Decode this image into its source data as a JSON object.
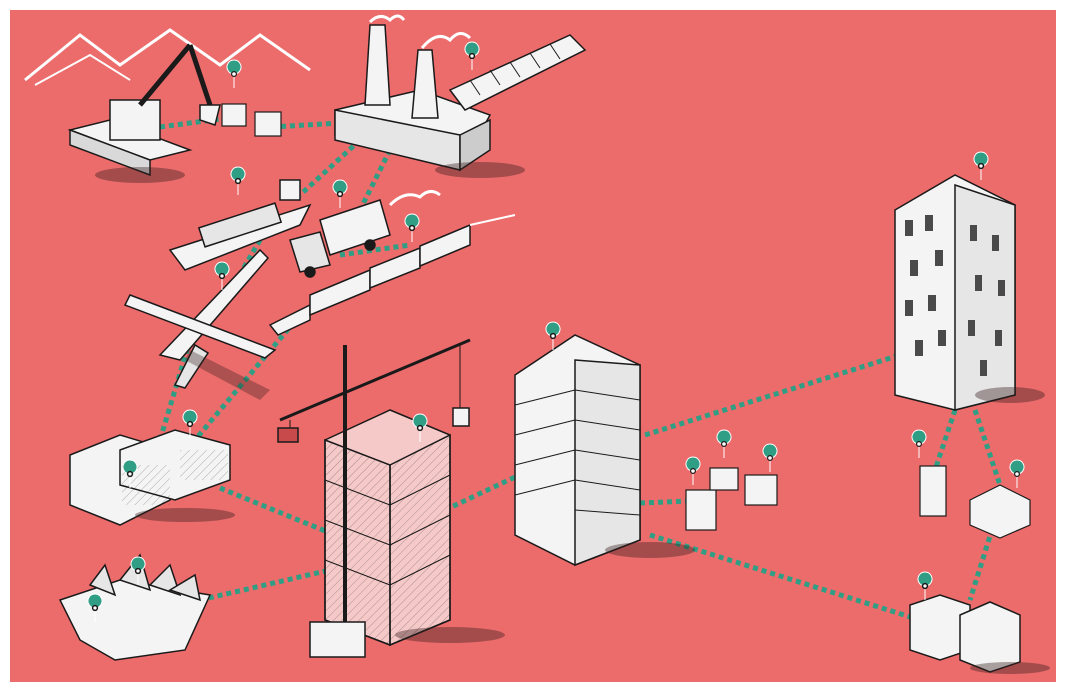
{
  "scene": {
    "background_color": "#ec6b6b",
    "line_color": "#2f9e84",
    "outline_color": "#1a1a1a",
    "fill_color": "#f4f4f4",
    "nodes": [
      {
        "name": "excavator"
      },
      {
        "name": "small-cubes"
      },
      {
        "name": "factory"
      },
      {
        "name": "cargo-ship"
      },
      {
        "name": "truck"
      },
      {
        "name": "train"
      },
      {
        "name": "airplane"
      },
      {
        "name": "container-warehouse"
      },
      {
        "name": "construction-site"
      },
      {
        "name": "office-block"
      },
      {
        "name": "tall-residential-tower"
      },
      {
        "name": "small-houses"
      },
      {
        "name": "skip-container"
      },
      {
        "name": "recycling-boxes"
      }
    ],
    "icons": [
      "location-pin-icon"
    ]
  }
}
